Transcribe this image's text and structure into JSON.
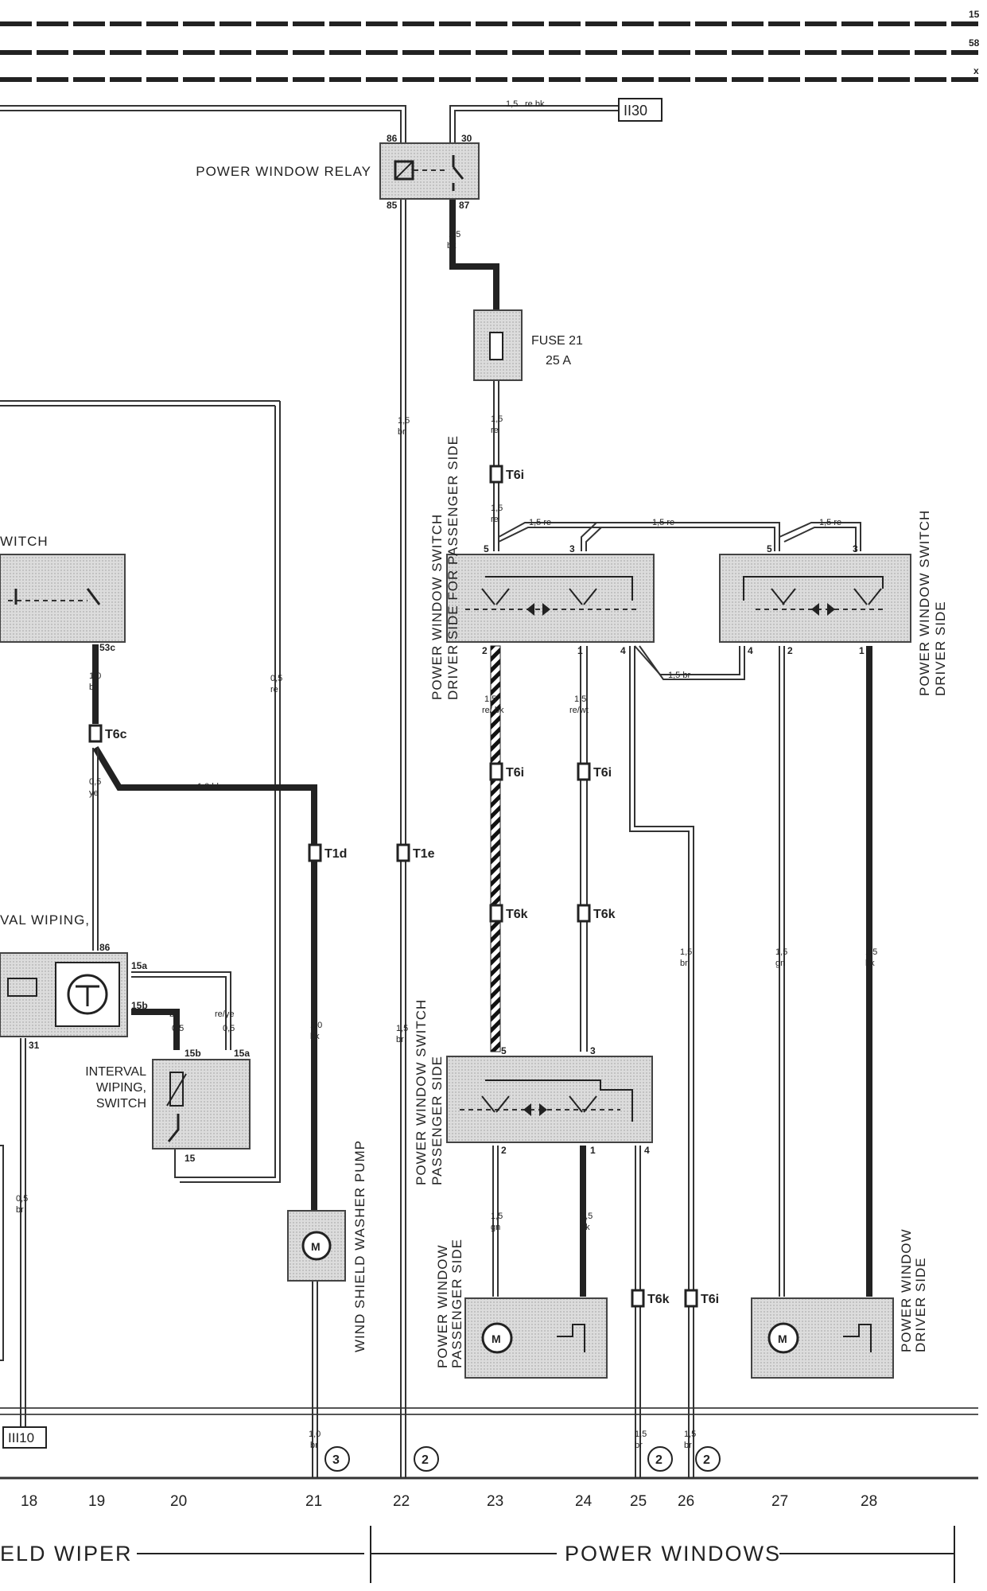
{
  "bus": {
    "line1": "15",
    "line2": "58",
    "line3": "x"
  },
  "relay": {
    "label": "POWER WINDOW RELAY",
    "pin86": "86",
    "pin30": "30",
    "pin85": "85",
    "pin87": "87"
  },
  "terminals": {
    "ii30": "II30",
    "iii10": "III10"
  },
  "fuse": {
    "name": "FUSE 21",
    "rating": "25 A"
  },
  "switches": {
    "driver_for_passenger": {
      "label1": "POWER WINDOW SWITCH",
      "label2": "DRIVER SIDE FOR PASSENGER SIDE",
      "pin5": "5",
      "pin3": "3",
      "pin2": "2",
      "pin1": "1",
      "pin4": "4"
    },
    "driver": {
      "label1": "POWER WINDOW SWITCH",
      "label2": "DRIVER SIDE",
      "pin5": "5",
      "pin3": "3",
      "pin4": "4",
      "pin2": "2",
      "pin1": "1"
    },
    "passenger": {
      "label1": "POWER WINDOW SWITCH",
      "label2": "PASSENGER SIDE",
      "pin5": "5",
      "pin3": "3",
      "pin2": "2",
      "pin1": "1",
      "pin4": "4"
    }
  },
  "motors": {
    "symbol": "M",
    "passenger": {
      "label1": "POWER WINDOW",
      "label2": "PASSENGER SIDE"
    },
    "driver": {
      "label1": "POWER WINDOW",
      "label2": "DRIVER SIDE"
    }
  },
  "washer": {
    "label": "WIND SHIELD WASHER PUMP"
  },
  "left": {
    "switch_label": "WITCH",
    "pin53c": "53c",
    "interval_label": "VAL WIPING,",
    "pin86": "86",
    "pin15a": "15a",
    "pin15b": "15b",
    "pin31": "31",
    "pin15": "15",
    "iws_l1": "INTERVAL",
    "iws_l2": "WIPING,",
    "iws_l3": "SWITCH"
  },
  "connectors": {
    "t6i_1": "T6i",
    "t6i_6": "T6i",
    "t6i_2": "T6i",
    "t6k_6": "T6k",
    "t6k_2": "T6k",
    "t6c_3": "T6c",
    "t1d": "T1d",
    "t1e": "T1e",
    "t6k_3": "T6k",
    "t6i_3": "T6i"
  },
  "wires": {
    "relay30": {
      "gauge": "1,5",
      "color": "re  bk"
    },
    "w1": {
      "g": "1,5",
      "c": "bk"
    },
    "w2": {
      "g": "1,5",
      "c": "re"
    },
    "w3": "1,5  re",
    "w4": "1,5  br",
    "w5": {
      "g": "1,5",
      "c": "br"
    },
    "w6": {
      "g": "1,5",
      "c": "re/  bk"
    },
    "w7": {
      "g": "1,5",
      "c": "re/wt"
    },
    "w8": {
      "g": "1,5",
      "c": "gn"
    },
    "w9": {
      "g": "1,5",
      "c": "bk"
    },
    "w10": {
      "g": "0,5",
      "c": "re"
    },
    "w11": "1,0  bk",
    "w12": {
      "g": "1,0",
      "c": "bk"
    },
    "w13": {
      "g": "0,5",
      "c": "ye"
    },
    "w14": {
      "g": "0,5",
      "c": "br"
    },
    "w15": {
      "g": "1,0",
      "c": "br"
    },
    "w16": "bk",
    "w17": "re/ye",
    "w18": "0,5"
  },
  "grounds": {
    "g3": "3",
    "g2": "2"
  },
  "columns": [
    "18",
    "19",
    "20",
    "21",
    "22",
    "23",
    "24",
    "25",
    "26",
    "27",
    "28"
  ],
  "sections": {
    "wiper": "ELD  WIPER",
    "windows": "POWER  WINDOWS"
  }
}
